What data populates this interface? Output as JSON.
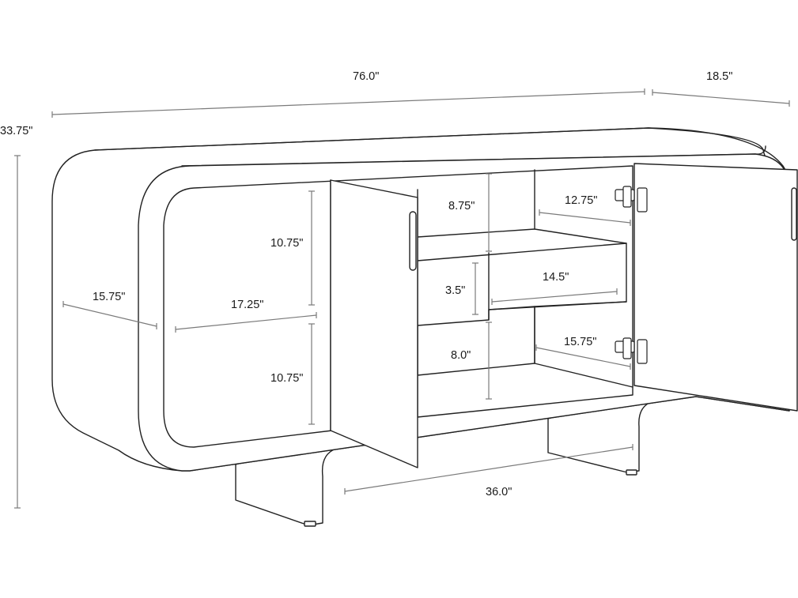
{
  "dimensions": {
    "overall_width": "76.0\"",
    "overall_depth": "18.5\"",
    "overall_height": "33.75\"",
    "side_depth": "15.75\"",
    "left_cabinet_width": "17.25\"",
    "left_upper_shelf_height": "10.75\"",
    "left_lower_shelf_height": "10.75\"",
    "center_top_opening": "8.75\"",
    "drawer_height": "3.5\"",
    "drawer_width": "14.5\"",
    "center_bottom_opening": "8.0\"",
    "right_upper_depth": "12.75\"",
    "right_lower_depth": "15.75\"",
    "base_width": "36.0\""
  },
  "colors": {
    "line": "#222222",
    "dimension_line": "#7a7a7a",
    "background": "#ffffff"
  }
}
